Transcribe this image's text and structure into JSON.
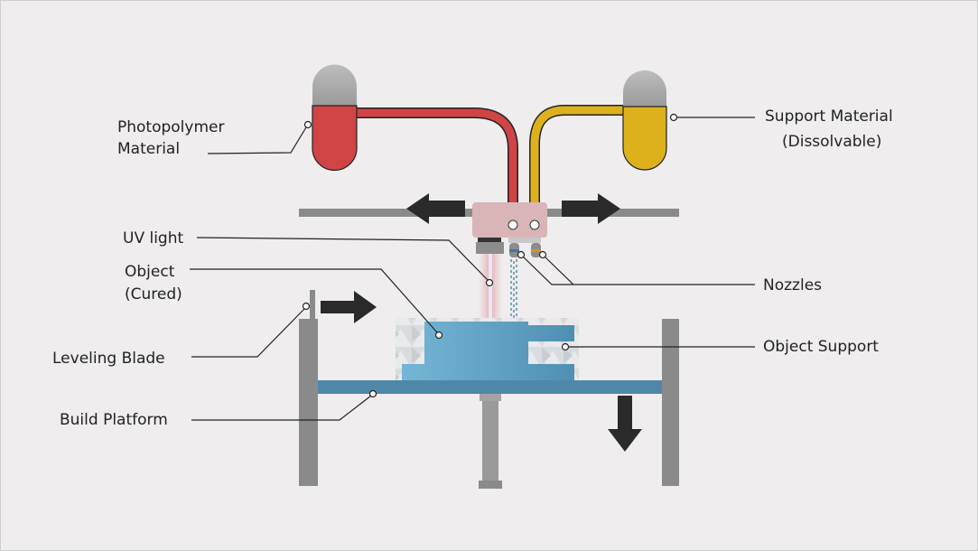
{
  "labels": {
    "photopolymer_line1": "Photopolymer",
    "photopolymer_line2": "Material",
    "support_line1": "Support Material",
    "support_line2": "(Dissolvable)",
    "uv_light": "UV light",
    "object_line1": "Object",
    "object_line2": "(Cured)",
    "nozzles": "Nozzles",
    "leveling_blade": "Leveling Blade",
    "object_support": "Object Support",
    "build_platform": "Build Platform"
  },
  "colors": {
    "background": "#efedee",
    "photopolymer": "#d04446",
    "support": "#dcb11c",
    "rail": "#8a8a8a",
    "head": "#d9b5b8",
    "platform": "#4f87a9",
    "object": "#65aacb",
    "arrow": "#2a2a2a"
  }
}
